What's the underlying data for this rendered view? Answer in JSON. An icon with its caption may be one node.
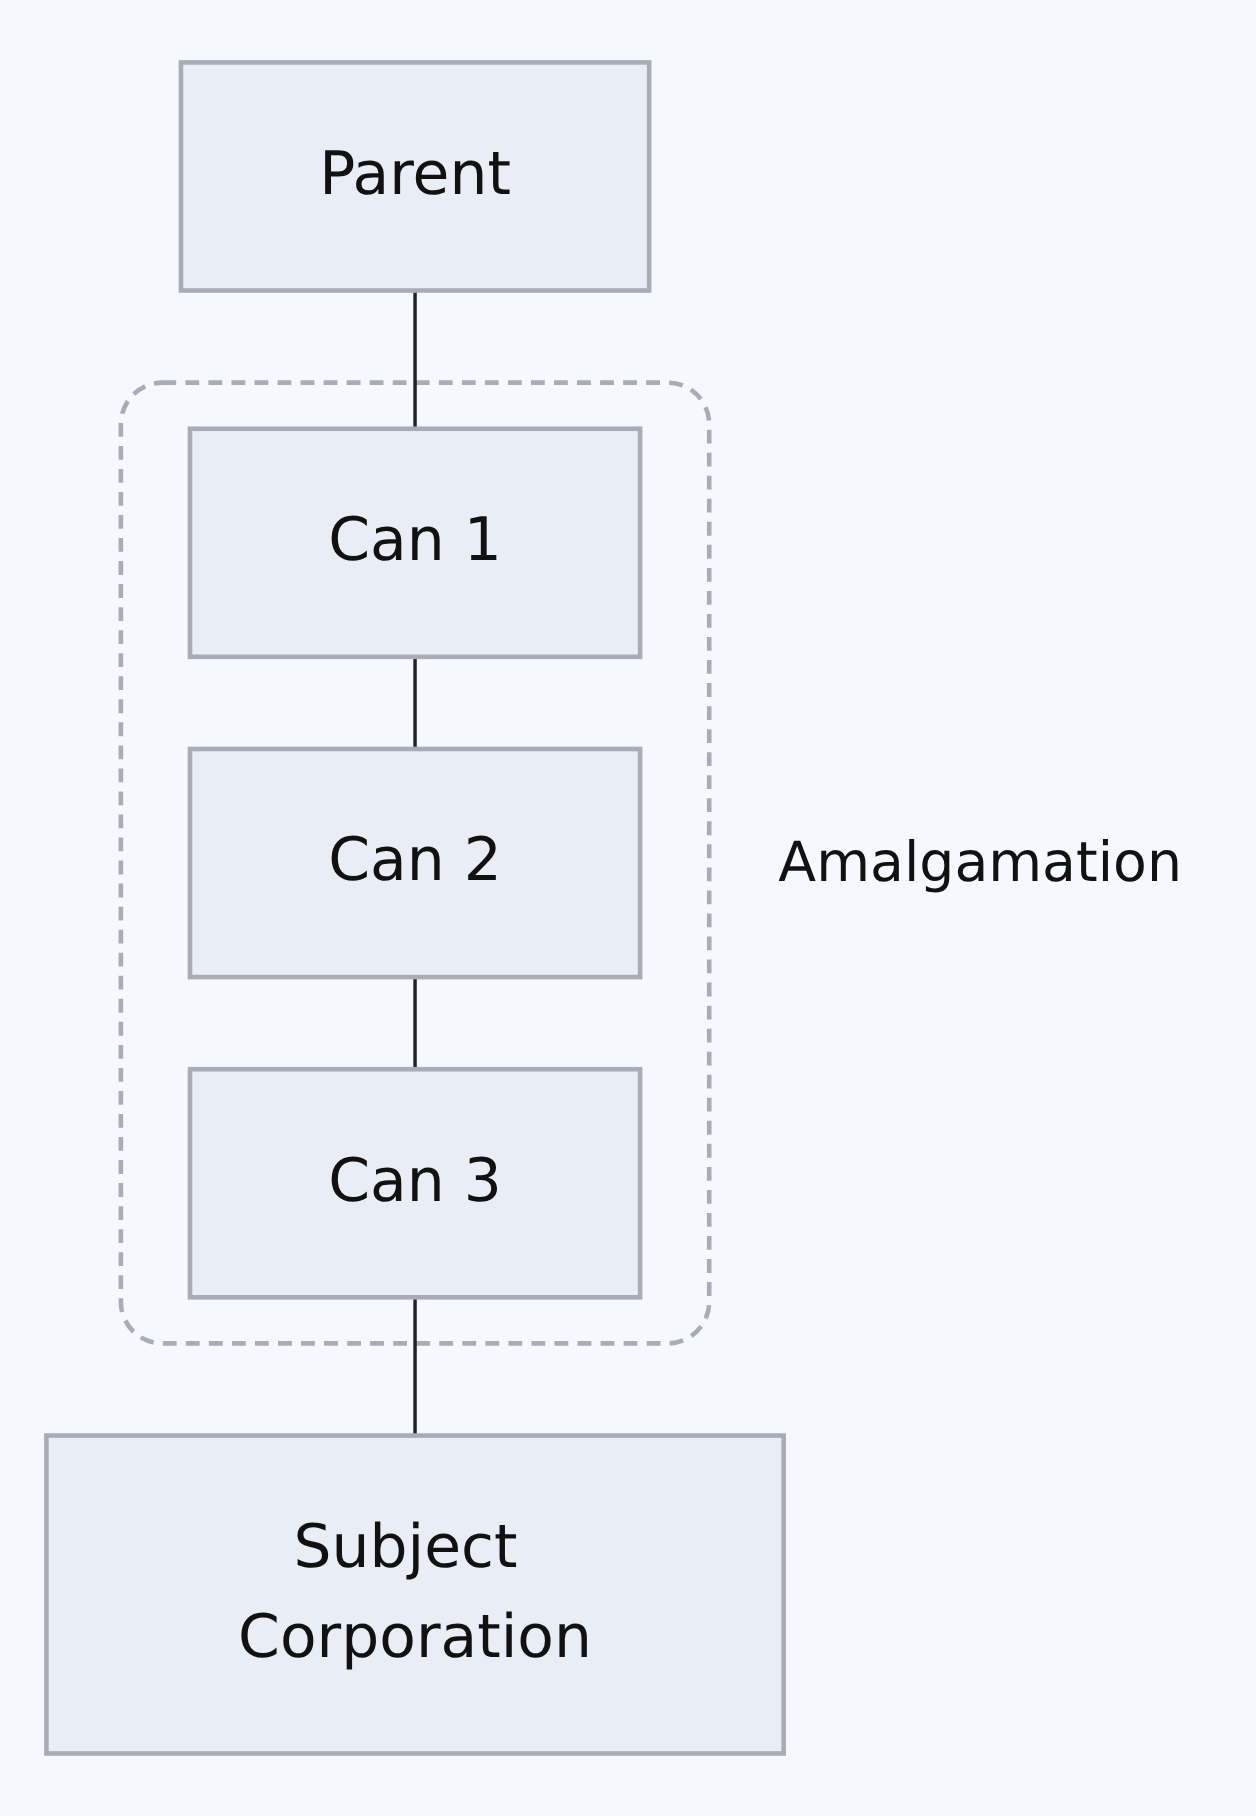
{
  "diagram": {
    "nodes": [
      {
        "text": [
          "Parent"
        ]
      },
      {
        "text": [
          "Amalgamation"
        ]
      },
      {
        "text": [
          "Can 1"
        ],
        "in": 1
      },
      {
        "text": [
          "Can 2"
        ],
        "in": 1
      },
      {
        "text": [
          "Can 3"
        ],
        "in": 1
      },
      {
        "text": [
          "Subject Corporation"
        ]
      }
    ],
    "edges": [
      {
        "from": 0,
        "to": 2,
        "arrow": "none"
      },
      {
        "from": 2,
        "to": 3,
        "arrow": "none"
      },
      {
        "from": 3,
        "to": 4,
        "arrow": "none"
      },
      {
        "from": 4,
        "to": 5,
        "arrow": "none"
      }
    ]
  }
}
